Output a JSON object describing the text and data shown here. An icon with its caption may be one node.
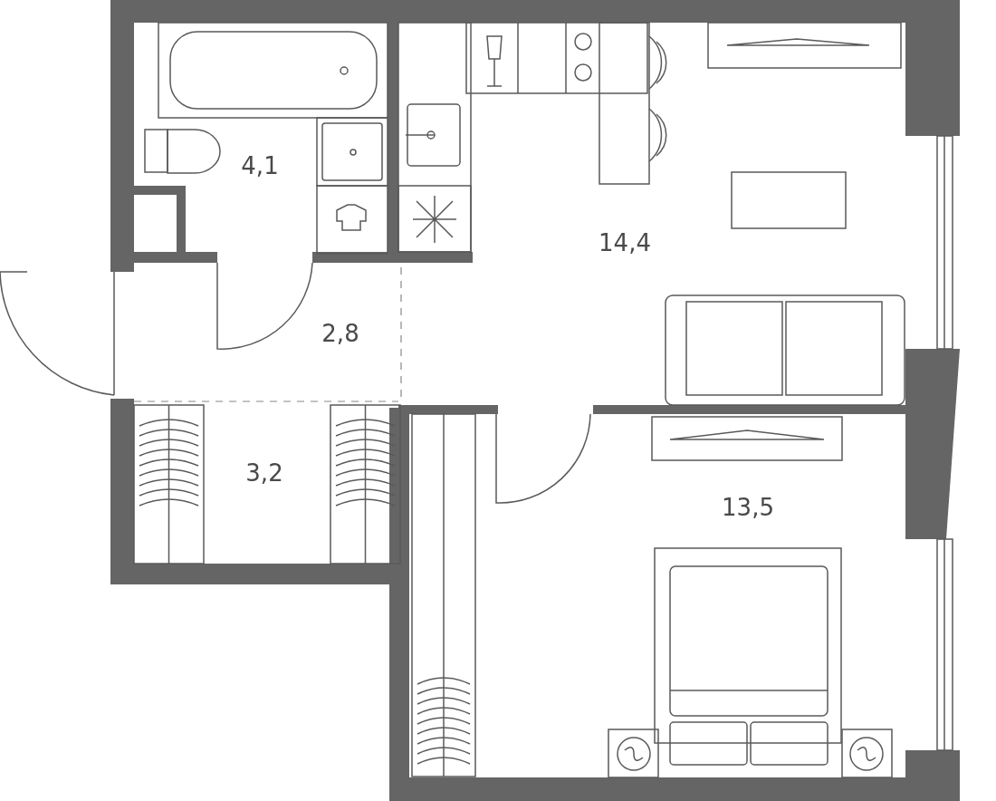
{
  "diagram": {
    "labels": [
      "4,1",
      "14,4",
      "2,8",
      "3,2",
      "13,5"
    ]
  }
}
